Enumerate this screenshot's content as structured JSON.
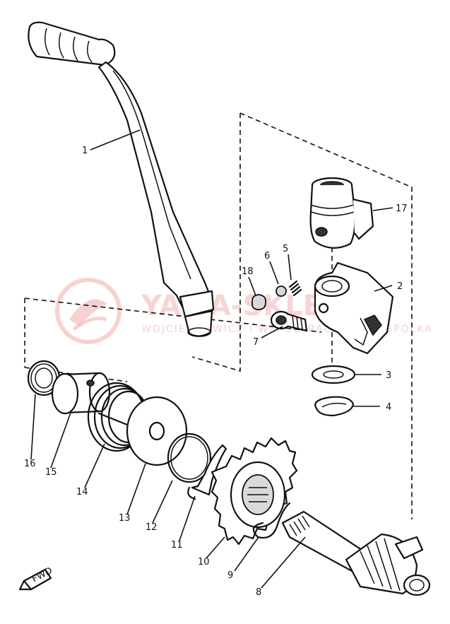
{
  "watermark": {
    "brand": "YAMA-SKLEP.PL",
    "subtitle": "WOJCIECHOWICZ I WSPÓŁPRACOWNICY SPÓŁKA"
  },
  "direction_marker": "FWD",
  "callouts": [
    {
      "id": "1",
      "label": "1"
    },
    {
      "id": "2",
      "label": "2"
    },
    {
      "id": "3",
      "label": "3"
    },
    {
      "id": "4",
      "label": "4"
    },
    {
      "id": "5",
      "label": "5"
    },
    {
      "id": "6",
      "label": "6"
    },
    {
      "id": "7",
      "label": "7"
    },
    {
      "id": "8",
      "label": "8"
    },
    {
      "id": "9",
      "label": "9"
    },
    {
      "id": "10",
      "label": "10"
    },
    {
      "id": "11",
      "label": "11"
    },
    {
      "id": "12",
      "label": "12"
    },
    {
      "id": "13",
      "label": "13"
    },
    {
      "id": "14",
      "label": "14"
    },
    {
      "id": "15",
      "label": "15"
    },
    {
      "id": "16",
      "label": "16"
    },
    {
      "id": "17",
      "label": "17"
    },
    {
      "id": "18",
      "label": "18"
    }
  ]
}
